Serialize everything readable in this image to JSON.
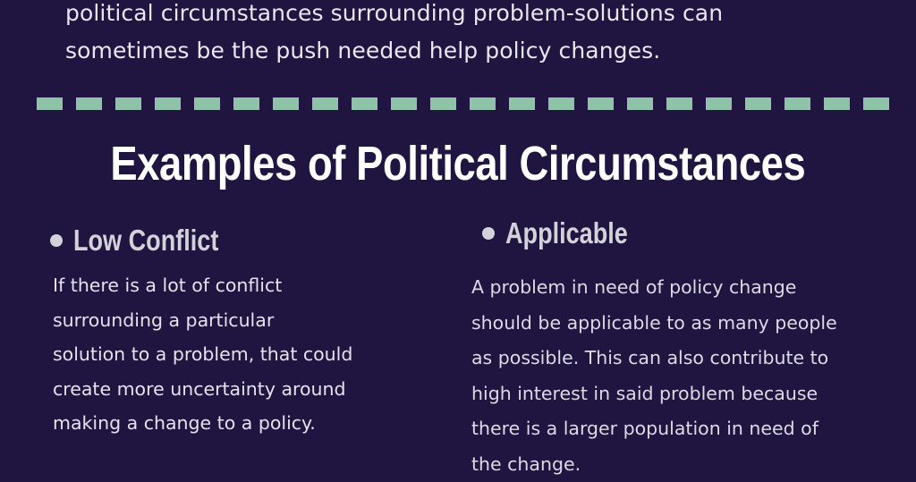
{
  "intro": {
    "lines": [
      "political circumstances surrounding problem-solutions can",
      "sometimes be the push needed help policy changes."
    ]
  },
  "divider": {
    "dash_count": 22,
    "color": "#8fc3a7"
  },
  "title": "Examples of Political Circumstances",
  "columns": [
    {
      "heading": "Low Conflict",
      "lines": [
        "If there is a lot of conflict",
        "surrounding a particular",
        "solution to a problem, that could",
        "create more uncertainty around",
        "making a change to a policy."
      ]
    },
    {
      "heading": "Applicable",
      "lines": [
        "A problem in need of policy change",
        "should be applicable to as many people",
        "as possible. This can also contribute to",
        "high interest in said problem because",
        "there is a larger population in need of",
        "the change."
      ]
    }
  ],
  "colors": {
    "background": "#201541",
    "title": "#ffffff",
    "heading": "#d3d2d8",
    "body": "#e4e2ea",
    "accent": "#8fc3a7"
  }
}
